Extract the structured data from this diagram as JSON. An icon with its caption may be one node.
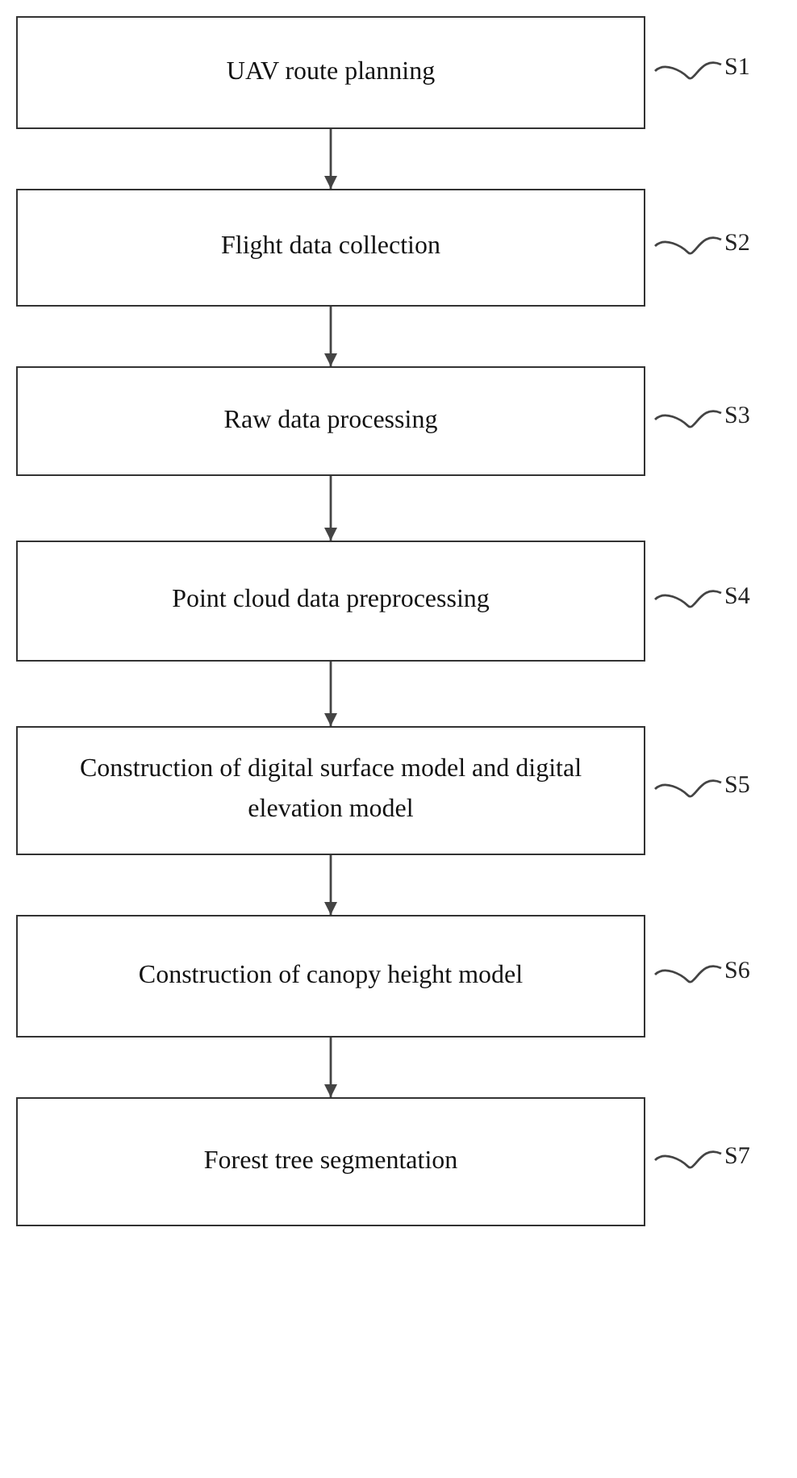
{
  "diagram": {
    "nodes": [
      {
        "text": [
          "UAV route planning"
        ]
      },
      {
        "text": [
          "Flight data collection"
        ]
      },
      {
        "text": [
          "Raw data processing"
        ]
      },
      {
        "text": [
          "Point cloud data preprocessing"
        ]
      },
      {
        "text": [
          "Construction of digital surface model and digital elevation model"
        ]
      },
      {
        "text": [
          "Construction of canopy height model"
        ]
      },
      {
        "text": [
          "Forest tree segmentation"
        ]
      },
      {
        "text": [
          "S1"
        ]
      },
      {
        "text": [
          "S2"
        ]
      },
      {
        "text": [
          "S3"
        ]
      },
      {
        "text": [
          "S4"
        ]
      },
      {
        "text": [
          "S5"
        ]
      },
      {
        "text": [
          "S6"
        ]
      },
      {
        "text": [
          "S7"
        ]
      }
    ],
    "edges": [
      {
        "from": 0,
        "to": 1,
        "arrow": "to"
      },
      {
        "from": 1,
        "to": 2,
        "arrow": "to"
      },
      {
        "from": 2,
        "to": 3,
        "arrow": "to"
      },
      {
        "from": 3,
        "to": 4,
        "arrow": "to"
      },
      {
        "from": 4,
        "to": 5,
        "arrow": "to"
      },
      {
        "from": 5,
        "to": 6,
        "arrow": "to"
      },
      {
        "from": 7,
        "to": 0,
        "arrow": "none"
      },
      {
        "from": 8,
        "to": 1,
        "arrow": "none"
      },
      {
        "from": 9,
        "to": 2,
        "arrow": "none"
      },
      {
        "from": 10,
        "to": 3,
        "arrow": "none"
      },
      {
        "from": 11,
        "to": 4,
        "arrow": "none"
      },
      {
        "from": 12,
        "to": 5,
        "arrow": "none"
      },
      {
        "from": 13,
        "to": 6,
        "arrow": "none"
      }
    ]
  }
}
